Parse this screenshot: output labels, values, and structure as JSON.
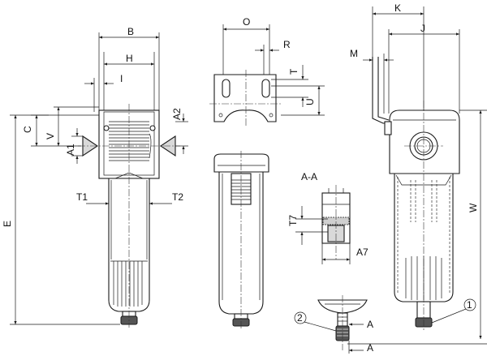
{
  "labels": {
    "B": "B",
    "H": "H",
    "I": "I",
    "C": "C",
    "V": "V",
    "A1": "A1",
    "A2": "A2",
    "E": "E",
    "T1": "T1",
    "T2": "T2",
    "O": "O",
    "R": "R",
    "T": "T",
    "U": "U",
    "section": "A-A",
    "T7": "T7",
    "A7": "A7",
    "K": "K",
    "J": "J",
    "M": "M",
    "W": "W",
    "callout1": "1",
    "callout2": "2",
    "A_upper": "A",
    "A_lower": "A"
  }
}
